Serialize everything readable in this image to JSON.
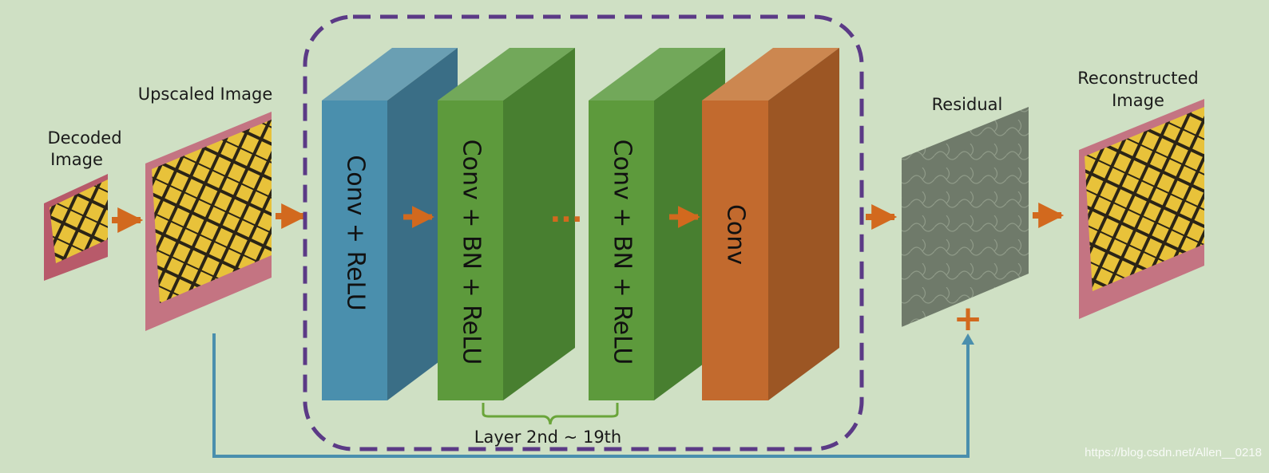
{
  "labels": {
    "decoded_line1": "Decoded",
    "decoded_line2": "Image",
    "upscaled": "Upscaled Image",
    "residual": "Residual",
    "reconstructed_line1": "Reconstructed",
    "reconstructed_line2": "Image",
    "layer_range": "Layer 2nd ~ 19th",
    "ellipsis": "···",
    "plus": "+"
  },
  "blocks": [
    {
      "label": "Conv + ReLU",
      "front": "#4a8fad",
      "top": "#6a9fb3",
      "side": "#3a6e86"
    },
    {
      "label": "Conv + BN + ReLU",
      "front": "#5d9a3c",
      "top": "#72a85a",
      "side": "#487f30"
    },
    {
      "label": "Conv + BN + ReLU",
      "front": "#5d9a3c",
      "top": "#72a85a",
      "side": "#487f30"
    },
    {
      "label": "Conv",
      "front": "#c26a2e",
      "top": "#cc8750",
      "side": "#9c5624"
    }
  ],
  "colors": {
    "background": "#cfe0c4",
    "dashed_border": "#5b3a86",
    "arrow": "#d2691e",
    "skip_line": "#4a8fad",
    "brace": "#6aa53a"
  },
  "watermark": "https://blog.csdn.net/Allen__0218"
}
